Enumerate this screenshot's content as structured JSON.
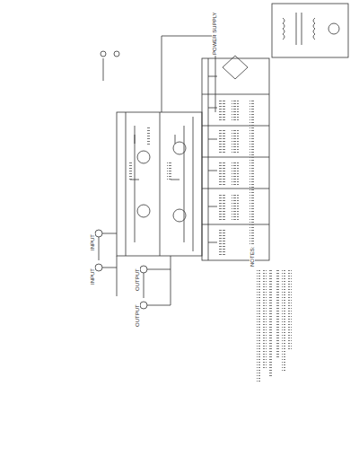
{
  "diagram": {
    "labels": [
      "NOTES:",
      "POWER SUPPLY",
      "INPUT",
      "INPUT",
      "OUTPUT",
      "OUTPUT"
    ]
  }
}
